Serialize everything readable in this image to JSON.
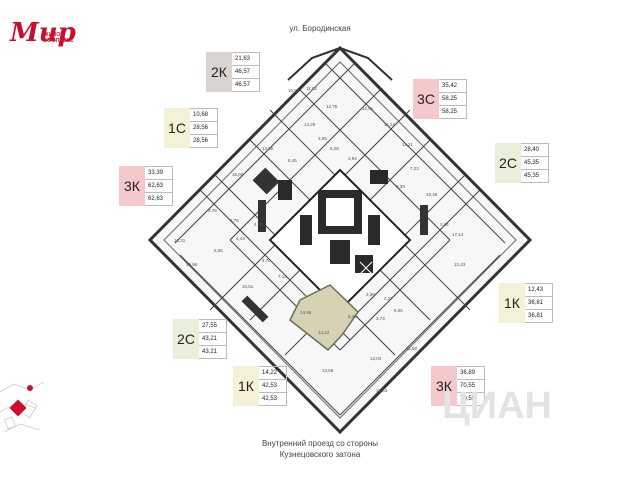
{
  "logo": {
    "mark": "Мир",
    "subtitle": "ЖИЛОЙ КОМПЛЕКС"
  },
  "street_top": "ул. Бородинская",
  "street_bottom": [
    "Внутренний проезд со стороны",
    "Кузнецовского затона"
  ],
  "watermark": "ЦИАН",
  "apartments": [
    {
      "type": "2К",
      "values": [
        "21,63",
        "46,57",
        "46,57"
      ],
      "color": "#d9d4d0"
    },
    {
      "type": "1С",
      "values": [
        "10,68",
        "28,56",
        "28,56"
      ],
      "color": "#f4f1d6"
    },
    {
      "type": "3С",
      "values": [
        "35,42",
        "58,25",
        "58,25"
      ],
      "color": "#f4c9cc"
    },
    {
      "type": "3К",
      "values": [
        "33,39",
        "62,63",
        "62,63"
      ],
      "color": "#f4c9cc"
    },
    {
      "type": "2С",
      "values": [
        "28,40",
        "45,35",
        "45,35"
      ],
      "color": "#e9f0d9"
    },
    {
      "type": "1К",
      "values": [
        "12,43",
        "36,81",
        "36,81"
      ],
      "color": "#f4f1d6"
    },
    {
      "type": "2С",
      "values": [
        "27,55",
        "43,21",
        "43,21"
      ],
      "color": "#e9f0d9"
    },
    {
      "type": "1К",
      "values": [
        "14,22",
        "42,53",
        "42,53"
      ],
      "color": "#f4f1d6"
    },
    {
      "type": "3К",
      "values": [
        "36,89",
        "70,55",
        "70,55"
      ],
      "color": "#f4c9cc"
    }
  ],
  "room_labels": [
    "10,97",
    "11,02",
    "12,75",
    "13,29",
    "3,65",
    "12,81",
    "11,24",
    "11,21",
    "13,60",
    "6,45",
    "5,28",
    "3,94",
    "6,39",
    "7,23",
    "15,00",
    "19,46",
    "9,78",
    "3,76",
    "4,06",
    "12,31",
    "10,96",
    "4,43",
    "4,70",
    "8,55",
    "10,51",
    "7,14",
    "17,14",
    "4,27",
    "12,43",
    "3,04",
    "14,86",
    "14,22",
    "5,46",
    "3,36",
    "3,73",
    "6,05",
    "11,68",
    "13,03",
    "13,68",
    "12,53"
  ],
  "highlight_color": "#d8d2b4",
  "accent_color": "#c8102e"
}
